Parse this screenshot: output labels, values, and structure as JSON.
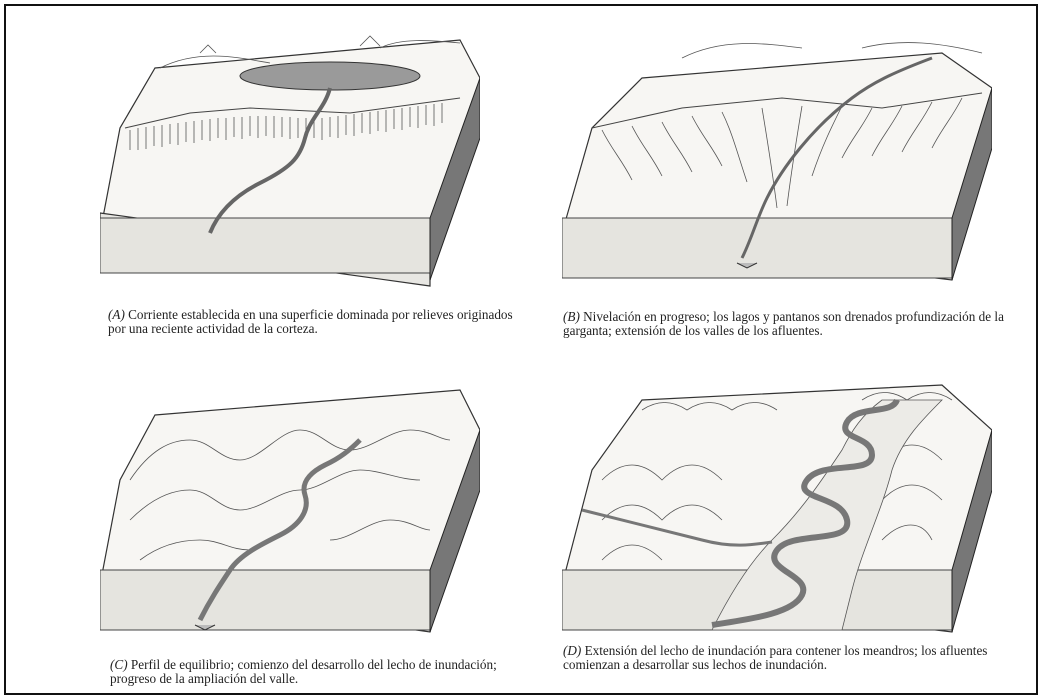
{
  "figure": {
    "panels": [
      {
        "label": "(A)",
        "caption": "Corriente establecida en una superficie dominada por relieves originados por una reciente actividad de la corteza."
      },
      {
        "label": "(B)",
        "caption": "Nivelación en progreso; los lagos y pantanos son drenados profundización de la garganta; extensión de los valles de los afluentes."
      },
      {
        "label": "(C)",
        "caption": "Perfil de equilibrio; comienzo del desarrollo del lecho de inundación; progreso de la ampliación del valle."
      },
      {
        "label": "(D)",
        "caption": "Extensión del lecho de inundación para contener los meandros; los afluentes comienzan a desarrollar sus lechos de inundación."
      }
    ]
  }
}
